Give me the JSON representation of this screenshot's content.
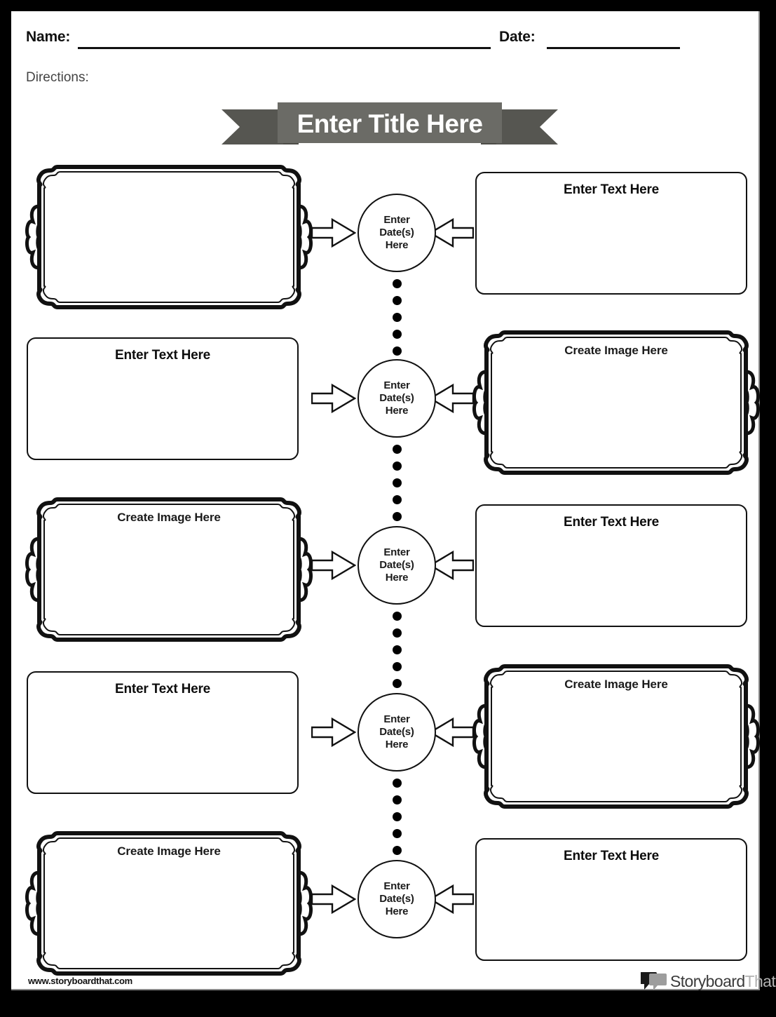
{
  "page": {
    "header": {
      "name_label": "Name:",
      "date_label": "Date:",
      "directions_label": "Directions:"
    },
    "title": "Enter Title Here",
    "placeholders": {
      "text_box": "Enter Text Here",
      "image_box": "Create Image Here",
      "date_circle": "Enter Date(s) Here",
      "date_circle_lines": [
        "Enter",
        "Date(s)",
        "Here"
      ]
    },
    "rows": [
      {
        "left": {
          "type": "image",
          "label": ""
        },
        "right": {
          "type": "text",
          "label": "Enter Text Here"
        },
        "circle": "Enter Date(s) Here",
        "dots": 5
      },
      {
        "left": {
          "type": "text",
          "label": "Enter Text Here"
        },
        "right": {
          "type": "image",
          "label": "Create Image Here"
        },
        "circle": "Enter Date(s) Here",
        "dots": 5
      },
      {
        "left": {
          "type": "image",
          "label": "Create Image Here"
        },
        "right": {
          "type": "text",
          "label": "Enter Text Here"
        },
        "circle": "Enter Date(s) Here",
        "dots": 5
      },
      {
        "left": {
          "type": "text",
          "label": "Enter Text Here"
        },
        "right": {
          "type": "image",
          "label": "Create Image Here"
        },
        "circle": "Enter Date(s) Here",
        "dots": 5
      },
      {
        "left": {
          "type": "image",
          "label": "Create Image Here"
        },
        "right": {
          "type": "text",
          "label": "Enter Text Here"
        },
        "circle": "Enter Date(s) Here",
        "dots": 0
      }
    ],
    "footer": {
      "url": "www.storyboardthat.com",
      "brand_primary": "Storyboard",
      "brand_secondary": "That"
    },
    "colors": {
      "page_background": "#ffffff",
      "outer_border": "#000000",
      "ribbon_face": "#6b6b66",
      "ribbon_tail": "#565651",
      "ribbon_text": "#ffffff",
      "ink": "#111111",
      "directions_text": "#444444",
      "brand_primary": "#3b3b3b",
      "brand_secondary": "#b2b2b2"
    }
  }
}
